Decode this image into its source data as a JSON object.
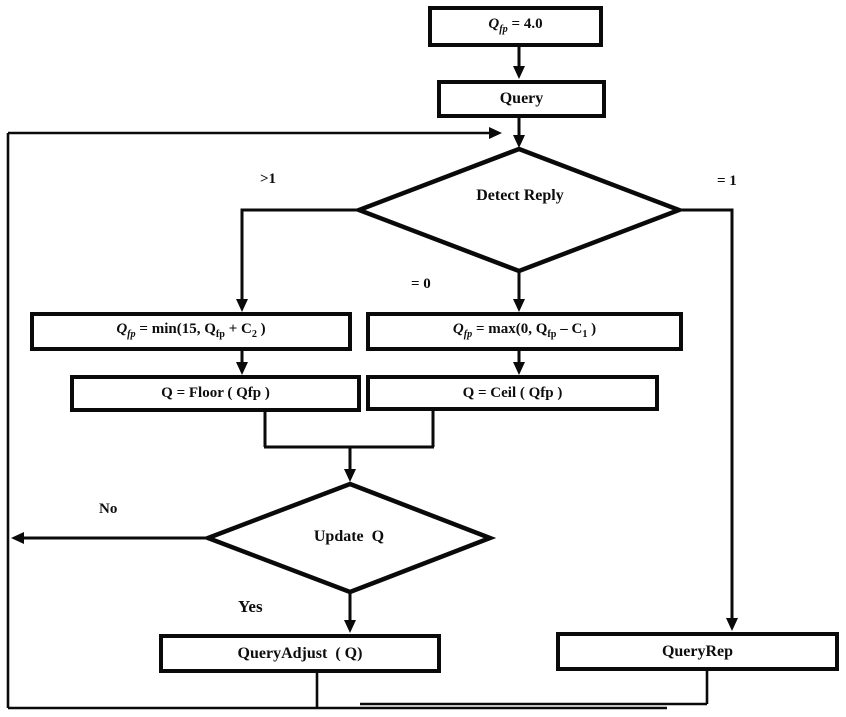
{
  "diagram": {
    "type": "flowchart",
    "colors": {
      "background": "#ffffff",
      "line": "#0a0a0a",
      "text": "#0d0d0d"
    },
    "nodes": {
      "init": {
        "formula": [
          {
            "t": "Q",
            "c": "it"
          },
          {
            "t": "fp",
            "c": "it sub"
          },
          {
            "t": " = 4.0"
          }
        ]
      },
      "query": {
        "label": "Query"
      },
      "detect_reply": {
        "label": "Detect Reply"
      },
      "min_update": {
        "formula": [
          {
            "t": "Q",
            "c": "it"
          },
          {
            "t": "fp",
            "c": "it sub"
          },
          {
            "t": " = min(15, Q"
          },
          {
            "t": "fp",
            "c": "sub"
          },
          {
            "t": " + C"
          },
          {
            "t": "2",
            "c": "sub"
          },
          {
            "t": " )"
          }
        ]
      },
      "max_update": {
        "formula": [
          {
            "t": "Q",
            "c": "it"
          },
          {
            "t": "fp",
            "c": "it sub"
          },
          {
            "t": " = max(0, Q"
          },
          {
            "t": "fp",
            "c": "sub"
          },
          {
            "t": " – C"
          },
          {
            "t": "1",
            "c": "sub"
          },
          {
            "t": " )"
          }
        ]
      },
      "floor": {
        "label": "Q = Floor ( Qfp )"
      },
      "ceil": {
        "label": "Q = Ceil ( Qfp )"
      },
      "update_q": {
        "label": "Update  Q"
      },
      "query_adjust": {
        "label": "QueryAdjust  ( Q)"
      },
      "query_rep": {
        "label": "QueryRep"
      }
    },
    "edge_labels": {
      "gt1": ">1",
      "eq1": "= 1",
      "eq0": "= 0",
      "no": "No",
      "yes": "Yes"
    }
  }
}
